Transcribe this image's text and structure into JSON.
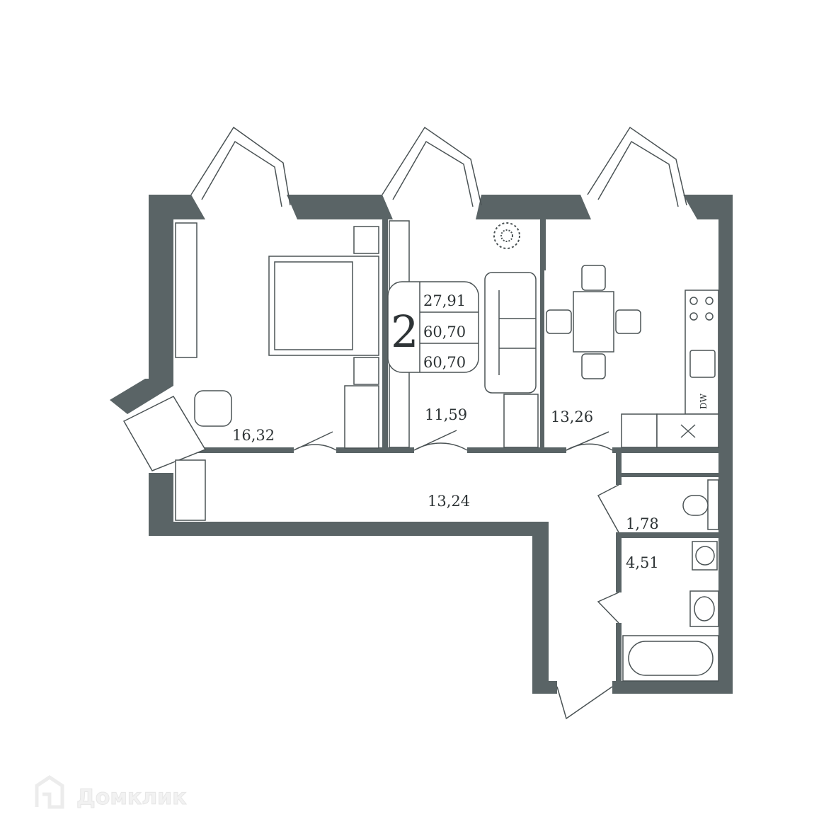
{
  "plan": {
    "rooms_count": "2",
    "badge_areas": [
      "27,91",
      "60,70",
      "60,70"
    ],
    "rooms": [
      {
        "name": "bedroom",
        "area": "16,32"
      },
      {
        "name": "living-room",
        "area": "11,59"
      },
      {
        "name": "kitchen",
        "area": "13,26"
      },
      {
        "name": "hallway",
        "area": "13,24"
      },
      {
        "name": "toilet",
        "area": "1,78"
      },
      {
        "name": "bathroom",
        "area": "4,51"
      }
    ],
    "dishwasher_label": "DW"
  },
  "watermark": {
    "text": "Домклик"
  },
  "colors": {
    "wall": "#5a6466",
    "line": "#4b5355"
  }
}
